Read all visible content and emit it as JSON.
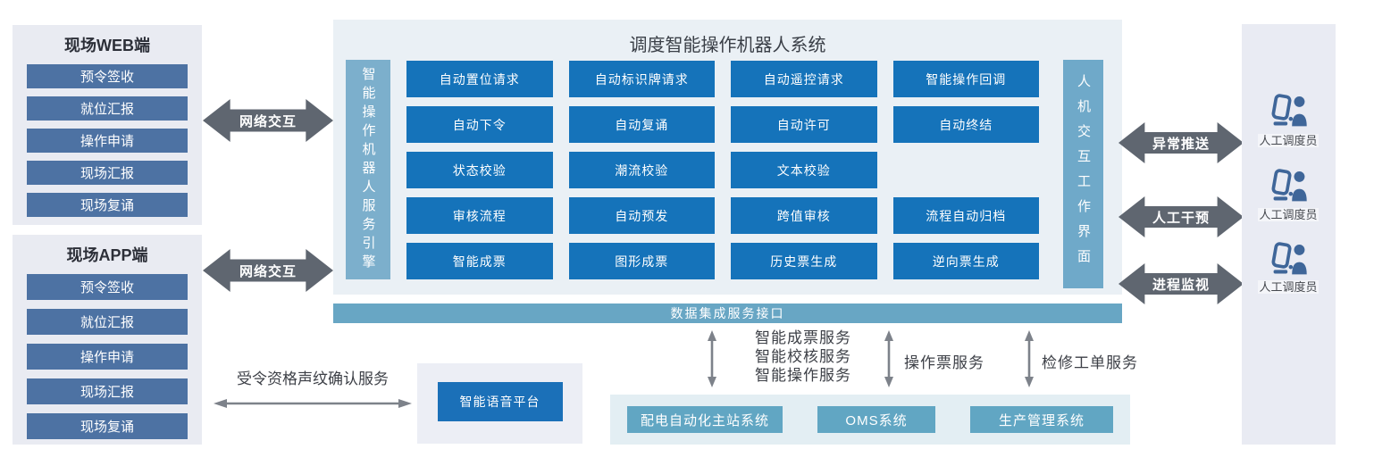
{
  "left_panels": [
    {
      "title": "现场WEB端",
      "items": [
        "预令签收",
        "就位汇报",
        "操作申请",
        "现场汇报",
        "现场复诵"
      ]
    },
    {
      "title": "现场APP端",
      "items": [
        "预令签收",
        "就位汇报",
        "操作申请",
        "现场汇报",
        "现场复诵"
      ]
    }
  ],
  "arrows": {
    "network_top": "网络交互",
    "network_bottom": "网络交互",
    "exception": "异常推送",
    "intervention": "人工干预",
    "monitor": "进程监视",
    "voiceprint": "受令资格声纹确认服务"
  },
  "main": {
    "title": "调度智能操作机器人系统",
    "engine_bar": "智能操作机器人服务引擎",
    "hmi_bar": "人机交互工作界面",
    "modules": [
      "自动置位请求",
      "自动标识牌请求",
      "自动遥控请求",
      "智能操作回调",
      "自动下令",
      "自动复诵",
      "自动许可",
      "自动终结",
      "状态校验",
      "潮流校验",
      "文本校验",
      "审核流程",
      "自动预发",
      "跨值审核",
      "流程自动归档",
      "智能成票",
      "图形成票",
      "历史票生成",
      "逆向票生成"
    ]
  },
  "integration_bar": "数据集成服务接口",
  "services": {
    "left_group": [
      "智能成票服务",
      "智能校核服务",
      "智能操作服务"
    ],
    "middle": "操作票服务",
    "right": "检修工单服务"
  },
  "voice_platform": "智能语音平台",
  "external_systems": [
    "配电自动化主站系统",
    "OMS系统",
    "生产管理系统"
  ],
  "dispatchers": {
    "label": "人工调度员"
  },
  "colors": {
    "module_blue": "#1573ba",
    "side_button_blue": "#4d72a3",
    "engine_bar_blue": "#7cafcc",
    "hmi_bar_blue": "#6fa9c9",
    "integration_teal": "#68a6c4",
    "system_teal": "#61a6c3",
    "voice_blue": "#1b70b8",
    "arrow_gray": "#5f6670",
    "panel_bg": "#e9ebf2",
    "main_bg": "#eaf0f5"
  }
}
